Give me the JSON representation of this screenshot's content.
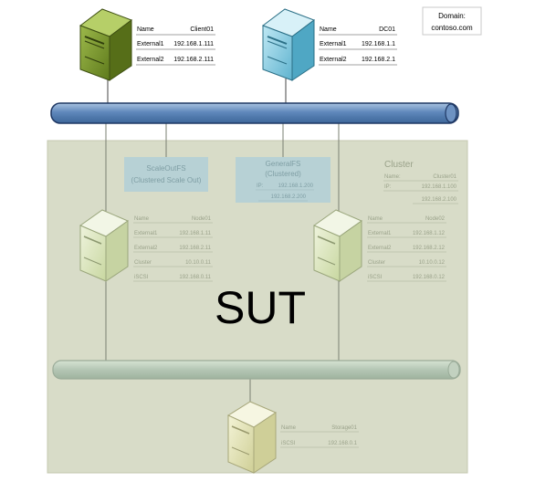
{
  "domain_box": {
    "label": "Domain:",
    "value": "contoso.com"
  },
  "client": {
    "rows": [
      {
        "key": "Name",
        "value": "Client01"
      },
      {
        "key": "External1",
        "value": "192.168.1.111"
      },
      {
        "key": "External2",
        "value": "192.168.2.111"
      }
    ]
  },
  "dc": {
    "rows": [
      {
        "key": "Name",
        "value": "DC01"
      },
      {
        "key": "External1",
        "value": "192.168.1.1"
      },
      {
        "key": "External2",
        "value": "192.168.2.1"
      }
    ]
  },
  "sut_label": "SUT",
  "scaleout": {
    "line1": "ScaleOutFS",
    "line2": "(Clustered Scale Out)"
  },
  "generalfs": {
    "line1": "GeneralFS",
    "line2": "(Clustered)",
    "ip_label": "IP:",
    "ip1": "192.168.1.200",
    "ip2": "192.168.2.200"
  },
  "cluster": {
    "title": "Cluster",
    "name_key": "Name:",
    "name_value": "Cluster01",
    "ip_key": "IP:",
    "ip1": "192.168.1.100",
    "ip2": "192.168.2.100"
  },
  "node1": {
    "rows": [
      {
        "key": "Name",
        "value": "Node01"
      },
      {
        "key": "External1",
        "value": "192.168.1.11"
      },
      {
        "key": "External2",
        "value": "192.168.2.11"
      },
      {
        "key": "Cluster",
        "value": "10.10.0.11"
      },
      {
        "key": "iSCSI",
        "value": "192.168.0.11"
      }
    ]
  },
  "node2": {
    "rows": [
      {
        "key": "Name",
        "value": "Node02"
      },
      {
        "key": "External1",
        "value": "192.168.1.12"
      },
      {
        "key": "External2",
        "value": "192.168.2.12"
      },
      {
        "key": "Cluster",
        "value": "10.10.0.12"
      },
      {
        "key": "iSCSI",
        "value": "192.168.0.12"
      }
    ]
  },
  "storage": {
    "rows": [
      {
        "key": "Name",
        "value": "Storage01"
      },
      {
        "key": "iSCSI",
        "value": "192.168.0.1"
      }
    ]
  },
  "colors": {
    "sut_fill": "#d8dcc8",
    "sut_border": "#c4c8b0",
    "bus_fill": "#7fa4cc",
    "bus_stroke": "#1f3864",
    "client_server": "#7f9a2e",
    "dc_server": "#8ed0e4",
    "node_server": "#dfe8c4",
    "storage_server": "#e6e6b8",
    "cluster_box": "#b7d1d5"
  }
}
